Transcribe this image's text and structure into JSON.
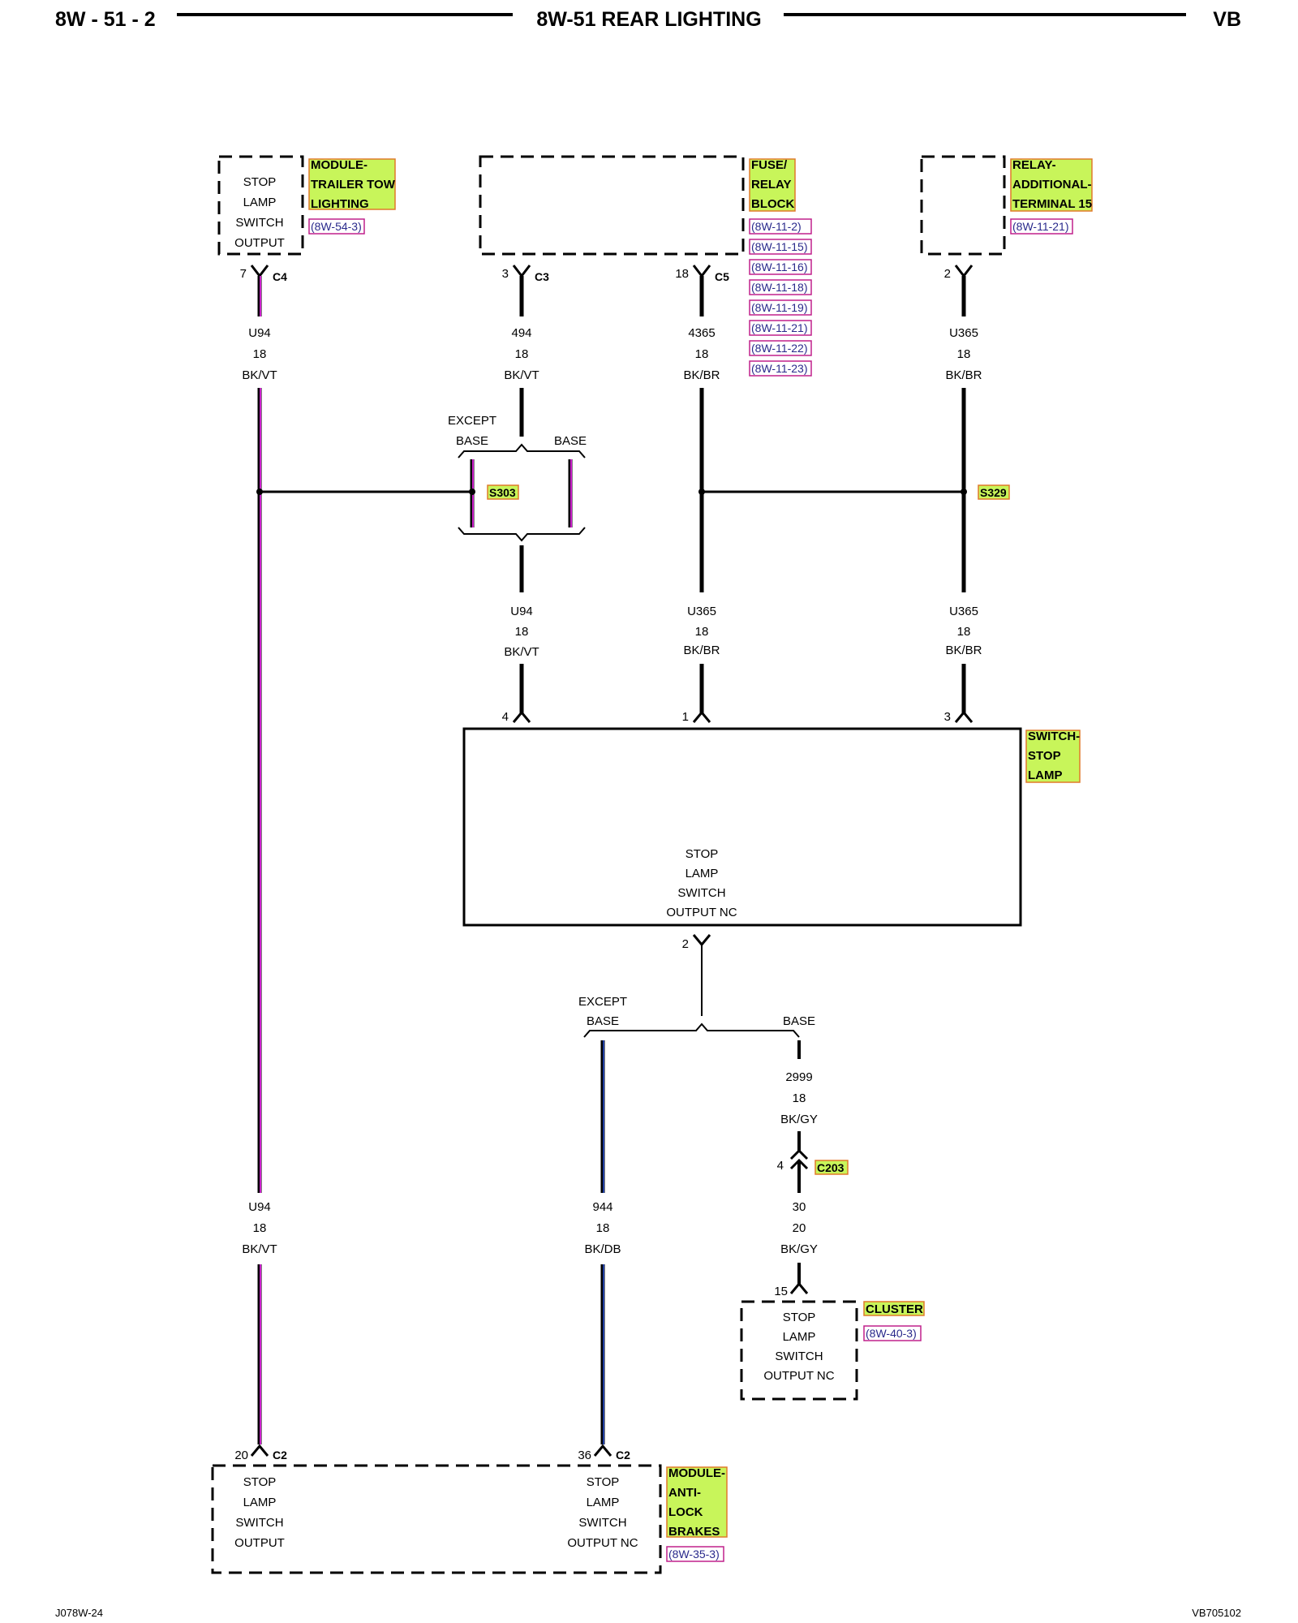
{
  "header": {
    "page_code": "8W - 51 - 2",
    "title": "8W-51 REAR LIGHTING",
    "model": "VB"
  },
  "footer": {
    "left_code": "J078W-24",
    "right_code": "VB705102"
  },
  "components": {
    "trailer_tow": {
      "name_lines": [
        "MODULE-",
        "TRAILER TOW",
        "LIGHTING"
      ],
      "ref": "(8W-54-3)",
      "pin_lines": [
        "STOP",
        "LAMP",
        "SWITCH",
        "OUTPUT"
      ]
    },
    "fuse_relay": {
      "name_lines": [
        "FUSE/",
        "RELAY",
        "BLOCK"
      ],
      "refs": [
        "(8W-11-2)",
        "(8W-11-15)",
        "(8W-11-16)",
        "(8W-11-18)",
        "(8W-11-19)",
        "(8W-11-21)",
        "(8W-11-22)",
        "(8W-11-23)"
      ]
    },
    "relay_add": {
      "name_lines": [
        "RELAY-",
        "ADDITIONAL-",
        "TERMINAL 15"
      ],
      "ref": "(8W-11-21)"
    },
    "switch_stop": {
      "name_lines": [
        "SWITCH-",
        "STOP",
        "LAMP"
      ],
      "pin_lines": [
        "STOP",
        "LAMP",
        "SWITCH",
        "OUTPUT NC"
      ]
    },
    "cluster": {
      "name": "CLUSTER",
      "ref": "(8W-40-3)",
      "pin_lines": [
        "STOP",
        "LAMP",
        "SWITCH",
        "OUTPUT NC"
      ]
    },
    "abs": {
      "name_lines": [
        "MODULE-",
        "ANTI-",
        "LOCK",
        "BRAKES"
      ],
      "ref": "(8W-35-3)",
      "left_pin_lines": [
        "STOP",
        "LAMP",
        "SWITCH",
        "OUTPUT"
      ],
      "right_pin_lines": [
        "STOP",
        "LAMP",
        "SWITCH",
        "OUTPUT NC"
      ]
    }
  },
  "connectors": {
    "c4": {
      "pin": "7",
      "name": "C4"
    },
    "c3": {
      "pin": "3",
      "name": "C3"
    },
    "c5": {
      "pin": "18",
      "name": "C5"
    },
    "relay_pin": {
      "pin": "2"
    },
    "sw_pin4": {
      "pin": "4"
    },
    "sw_pin1": {
      "pin": "1"
    },
    "sw_pin3": {
      "pin": "3"
    },
    "sw_pin2": {
      "pin": "2"
    },
    "c203": {
      "pin": "4",
      "name": "C203"
    },
    "cluster_pin": {
      "pin": "15"
    },
    "abs_c2_left": {
      "pin": "20",
      "name": "C2"
    },
    "abs_c2_right": {
      "pin": "36",
      "name": "C2"
    }
  },
  "splices": {
    "s303": "S303",
    "s329": "S329"
  },
  "options": {
    "except_base": [
      "EXCEPT",
      "BASE"
    ],
    "base": "BASE"
  },
  "wires": [
    {
      "circuit": "U94",
      "gauge": "18",
      "color": "BK/VT"
    },
    {
      "circuit": "494",
      "gauge": "18",
      "color": "BK/VT"
    },
    {
      "circuit": "4365",
      "gauge": "18",
      "color": "BK/BR"
    },
    {
      "circuit": "U365",
      "gauge": "18",
      "color": "BK/BR"
    },
    {
      "circuit": "U94",
      "gauge": "18",
      "color": "BK/VT"
    },
    {
      "circuit": "U365",
      "gauge": "18",
      "color": "BK/BR"
    },
    {
      "circuit": "U365",
      "gauge": "18",
      "color": "BK/BR"
    },
    {
      "circuit": "2999",
      "gauge": "18",
      "color": "BK/GY"
    },
    {
      "circuit": "U94",
      "gauge": "18",
      "color": "BK/VT"
    },
    {
      "circuit": "944",
      "gauge": "18",
      "color": "BK/DB"
    },
    {
      "circuit": "30",
      "gauge": "20",
      "color": "BK/GY"
    }
  ],
  "colors": {
    "violet_stripe": "#c81ec8",
    "blue_stripe": "#1e3ca0",
    "label_highlight": "#c8f55a",
    "highlight_border": "#e07a2a",
    "ref_border": "#c0208c"
  }
}
